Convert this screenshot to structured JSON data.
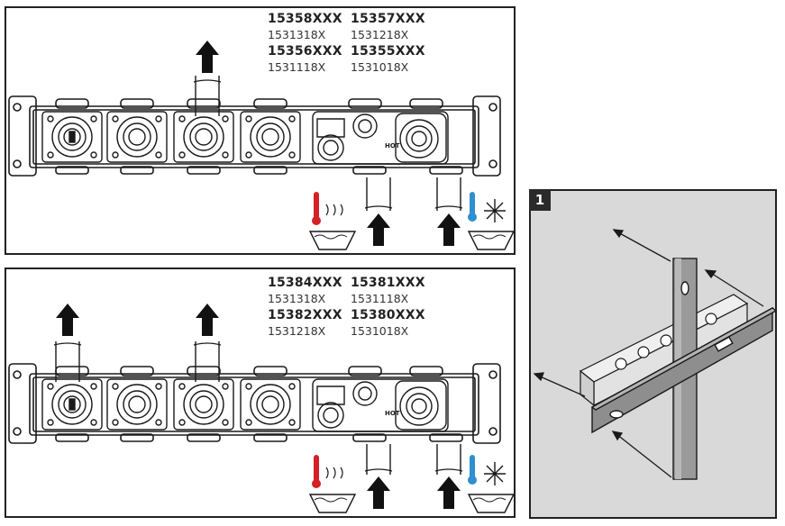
{
  "panels": [
    {
      "codes": [
        {
          "bold": "15358XXX",
          "normal": "1531318X"
        },
        {
          "bold": "15357XXX",
          "normal": "1531218X"
        },
        {
          "bold": "15356XXX",
          "normal": "1531118X"
        },
        {
          "bold": "15355XXX",
          "normal": "1531018X"
        }
      ],
      "hot_label": "HOT"
    },
    {
      "codes": [
        {
          "bold": "15384XXX",
          "normal": "1531318X"
        },
        {
          "bold": "15381XXX",
          "normal": "1531118X"
        },
        {
          "bold": "15382XXX",
          "normal": "1531218X"
        },
        {
          "bold": "15380XXX",
          "normal": "1531018X"
        }
      ],
      "hot_label": "HOT"
    }
  ],
  "step": {
    "number": "1"
  },
  "colors": {
    "hot": "#d42027",
    "cold": "#2f8fd0",
    "step_bg": "#d9d9d9",
    "stroke": "#1a1a1a"
  }
}
